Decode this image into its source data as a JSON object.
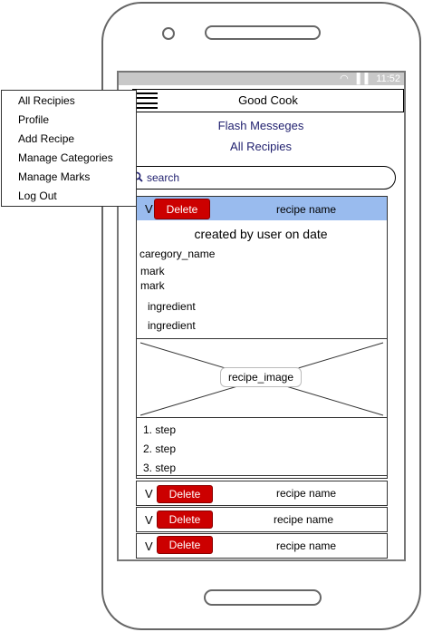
{
  "statusbar": {
    "time": "11:52"
  },
  "header": {
    "title": "Good Cook"
  },
  "flash": {
    "text": "Flash Messeges"
  },
  "page": {
    "heading": "All Recipies"
  },
  "search": {
    "placeholder": "search"
  },
  "recipe": {
    "toggle": "V",
    "delete_label": "Delete",
    "name": "recipe name",
    "created_by": "created by  user on date",
    "category": "caregory_name",
    "marks": [
      "mark",
      "mark"
    ],
    "ingredients": [
      "ingredient",
      "ingredient"
    ],
    "image_label": "recipe_image",
    "steps": [
      "1. step",
      "2. step",
      "3. step"
    ]
  },
  "recipe_rows": [
    {
      "toggle": "V",
      "delete_label": "Delete",
      "name": "recipe name"
    },
    {
      "toggle": "V",
      "delete_label": "Delete",
      "name": "recipe name"
    },
    {
      "toggle": "V",
      "delete_label": "Delete",
      "name": "recipe name"
    }
  ],
  "menu": {
    "items": [
      "All Recipies",
      "Profile",
      "Add Recipe",
      "Manage Categories",
      "Manage Marks",
      "Log Out"
    ]
  }
}
